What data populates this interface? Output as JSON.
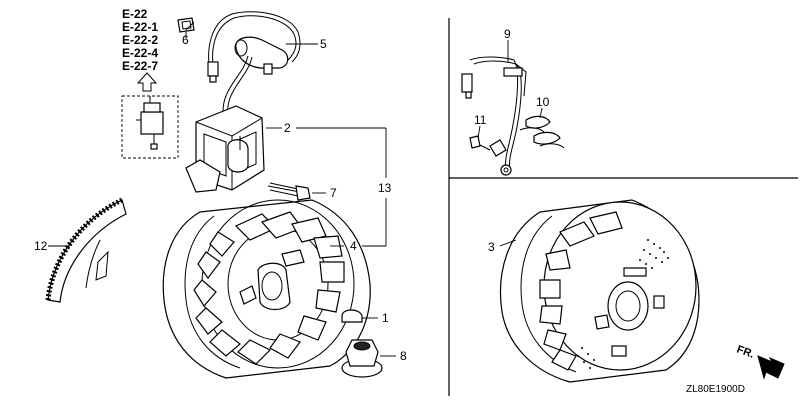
{
  "references": [
    "E-22",
    "E-22-1",
    "E-22-2",
    "E-22-4",
    "E-22-7"
  ],
  "callouts": [
    {
      "id": "c1",
      "label": "1"
    },
    {
      "id": "c2",
      "label": "2"
    },
    {
      "id": "c3",
      "label": "3"
    },
    {
      "id": "c4",
      "label": "4"
    },
    {
      "id": "c5",
      "label": "5"
    },
    {
      "id": "c6",
      "label": "6"
    },
    {
      "id": "c7",
      "label": "7"
    },
    {
      "id": "c8",
      "label": "8"
    },
    {
      "id": "c9",
      "label": "9"
    },
    {
      "id": "c10",
      "label": "10"
    },
    {
      "id": "c11",
      "label": "11"
    },
    {
      "id": "c12",
      "label": "12"
    },
    {
      "id": "c13",
      "label": "13"
    }
  ],
  "direction_label": "FR.",
  "diagram_code": "ZL80E1900D",
  "colors": {
    "ink": "#000000",
    "paper": "#ffffff"
  },
  "icons": [
    "up-arrow-icon",
    "front-direction-arrow-icon"
  ]
}
